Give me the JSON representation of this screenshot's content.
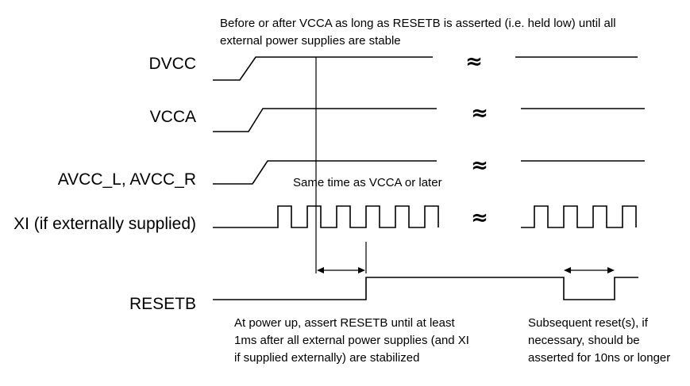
{
  "signals": {
    "dvcc": "DVCC",
    "vcca": "VCCA",
    "avcc": "AVCC_L, AVCC_R",
    "xi": "XI  (if externally supplied)",
    "resetb": "RESETB"
  },
  "notes": {
    "top": [
      "Before or after VCCA as long as RESETB is asserted (i.e. held low) until all",
      "external power supplies are stable"
    ],
    "avcc": "Same time as VCCA or later",
    "powerup": [
      "At power up, assert RESETB until at least",
      "1ms after all external power supplies (and XI",
      "if supplied externally) are stabilized"
    ],
    "subsequent": [
      "Subsequent reset(s), if",
      "necessary, should be",
      "asserted for 10ns or longer"
    ]
  },
  "break_glyph": "≈"
}
